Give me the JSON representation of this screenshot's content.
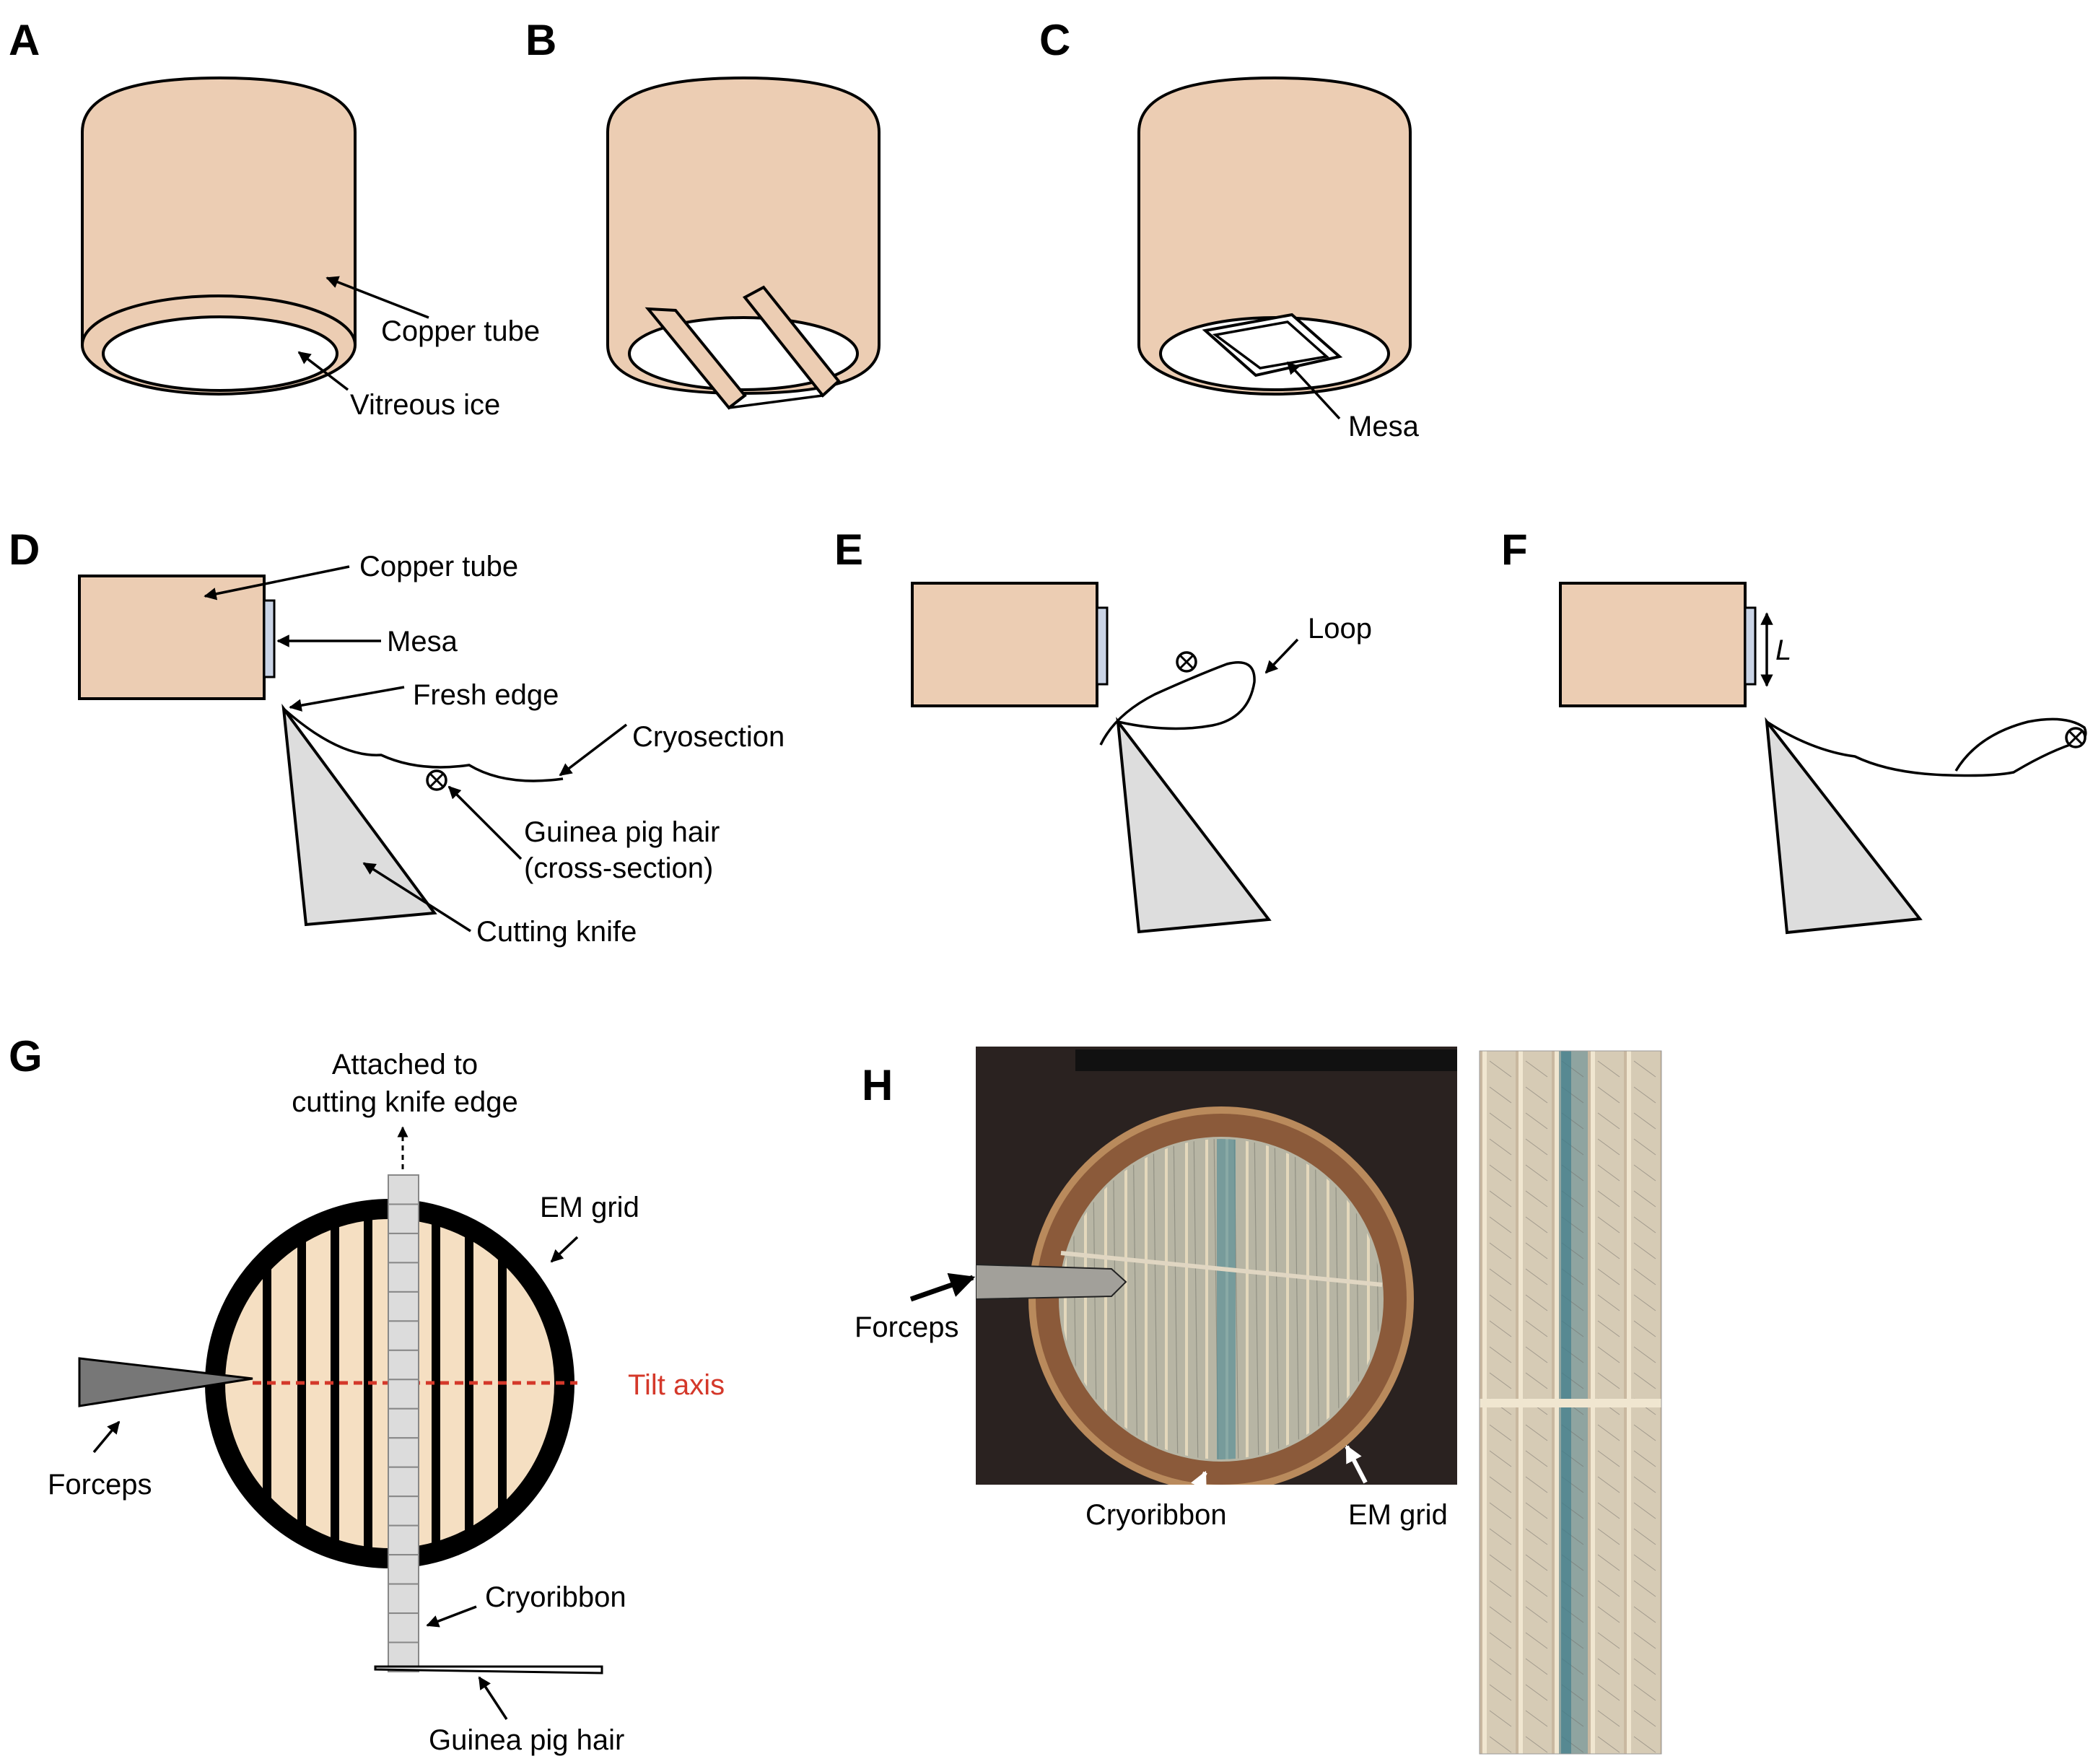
{
  "panels": {
    "a": {
      "letter": "A",
      "copper_tube": "Copper tube",
      "vitreous_ice": "Vitreous ice"
    },
    "b": {
      "letter": "B"
    },
    "c": {
      "letter": "C",
      "mesa": "Mesa"
    },
    "d": {
      "letter": "D",
      "copper_tube": "Copper tube",
      "mesa": "Mesa",
      "fresh_edge": "Fresh edge",
      "cryosection": "Cryosection",
      "hair_line1": "Guinea pig hair",
      "hair_line2": "(cross-section)",
      "cutting_knife": "Cutting knife"
    },
    "e": {
      "letter": "E",
      "loop": "Loop"
    },
    "f": {
      "letter": "F",
      "length_symbol": "L"
    },
    "g": {
      "letter": "G",
      "attached_line1": "Attached to",
      "attached_line2": "cutting knife edge",
      "em_grid": "EM grid",
      "tilt_axis": "Tilt axis",
      "forceps": "Forceps",
      "cryoribbon": "Cryoribbon",
      "guinea_pig_hair": "Guinea pig hair"
    },
    "h": {
      "letter": "H",
      "forceps": "Forceps",
      "cryoribbon": "Cryoribbon",
      "em_grid": "EM grid"
    }
  },
  "colors": {
    "copper": "#eccdb3",
    "knife": "#dddddd",
    "mesa": "#cad4e6",
    "grid_fill": "#f5dfc2",
    "tilt_axis": "#d4382a",
    "photo_background": "#2a2220"
  }
}
